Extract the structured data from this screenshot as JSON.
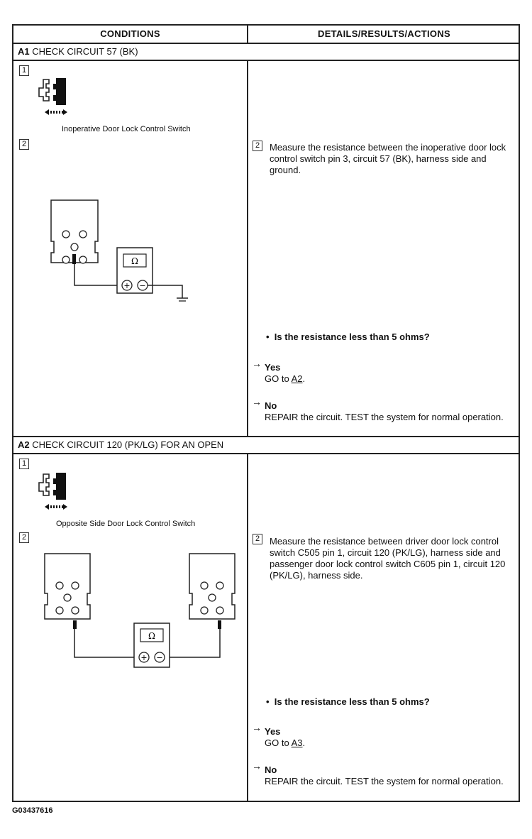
{
  "header": {
    "conditions": "CONDITIONS",
    "details": "DETAILS/RESULTS/ACTIONS"
  },
  "sections": [
    {
      "id": "A1",
      "title": "CHECK CIRCUIT 57 (BK)",
      "step1_num": "1",
      "step1_caption": "Inoperative Door Lock Control Switch",
      "step2_num": "2",
      "step2_text": "Measure the resistance between the inoperative door lock control switch pin 3, circuit 57 (BK), harness side and ground.",
      "question": "Is the resistance less than 5 ohms?",
      "yes_label": "Yes",
      "yes_action_prefix": "GO to",
      "yes_link": "A2",
      "no_label": "No",
      "no_action": "REPAIR the circuit. TEST the system for normal operation."
    },
    {
      "id": "A2",
      "title": "CHECK CIRCUIT 120 (PK/LG) FOR AN OPEN",
      "step1_num": "1",
      "step1_caption": "Opposite Side Door Lock Control Switch",
      "step2_num": "2",
      "step2_text": "Measure the resistance between driver door lock control switch C505 pin 1, circuit 120 (PK/LG), harness side and passenger door lock control switch C605 pin 1, circuit 120 (PK/LG), harness side.",
      "question": "Is the resistance less than 5 ohms?",
      "yes_label": "Yes",
      "yes_action_prefix": "GO to",
      "yes_link": "A3",
      "no_label": "No",
      "no_action": "REPAIR the circuit. TEST the system for normal operation."
    }
  ],
  "meter_symbol": "Ω",
  "footer_id": "G03437616"
}
